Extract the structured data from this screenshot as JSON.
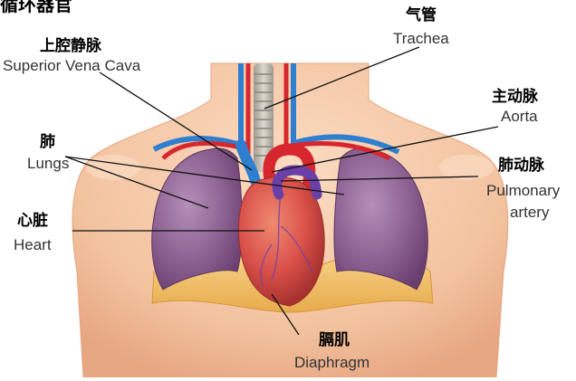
{
  "title": "循环器官",
  "labels": {
    "svc": {
      "cn": "上腔静脉",
      "en": "Superior Vena Cava"
    },
    "trachea": {
      "cn": "气管",
      "en": "Trachea"
    },
    "aorta": {
      "cn": "主动脉",
      "en": "Aorta"
    },
    "lungs": {
      "cn": "肺",
      "en": "Lungs"
    },
    "pulmonary": {
      "cn": "肺动脉",
      "en_line1": "Pulmonary",
      "en_line2": "artery"
    },
    "heart": {
      "cn": "心脏",
      "en": "Heart"
    },
    "diaphragm": {
      "cn": "膈肌",
      "en": "Diaphragm"
    }
  },
  "colors": {
    "skin": "#f6c9a6",
    "skin_shadow": "#e9a882",
    "lung": "#8a6090",
    "heart": "#d9504a",
    "artery_red": "#d8262e",
    "vein_blue": "#2f7fd0",
    "pulmonary_purple": "#6a3fa8",
    "trachea": "#c8c4bb",
    "diaphragm": "#f2c46c"
  }
}
